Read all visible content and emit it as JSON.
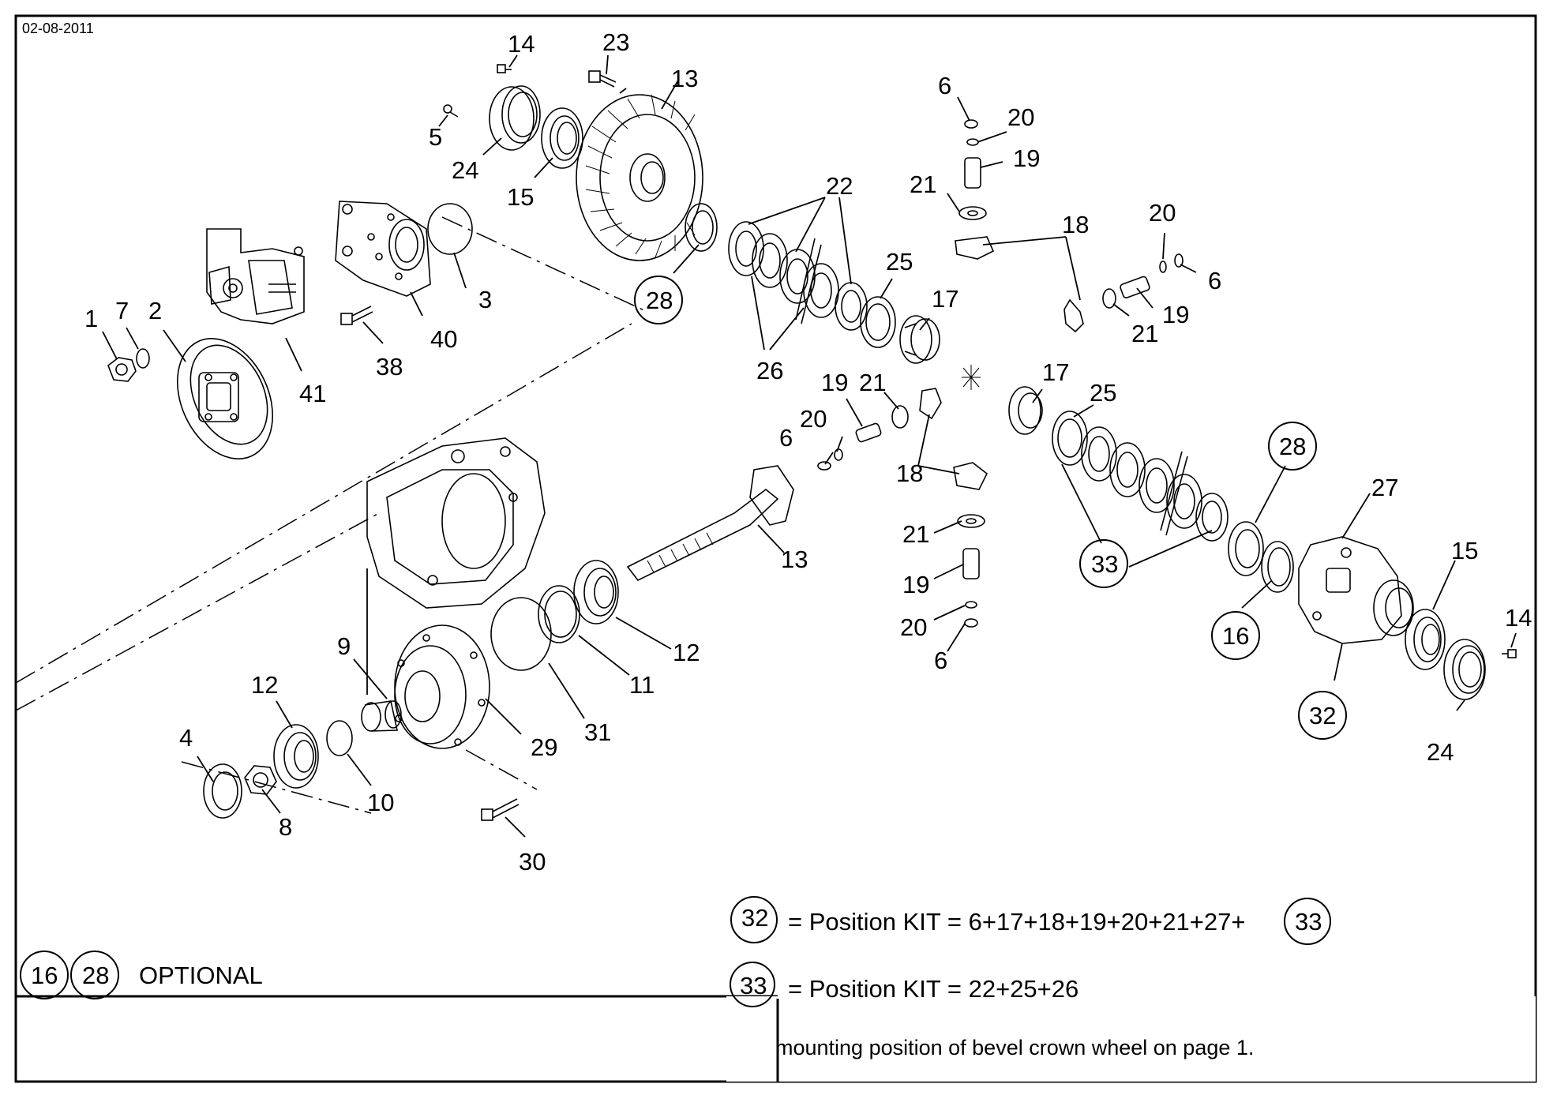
{
  "date": "02-08-2011",
  "callouts": {
    "c1": "1",
    "c2": "2",
    "c3": "3",
    "c4": "4",
    "c5": "5",
    "c6a": "6",
    "c6b": "6",
    "c6c": "6",
    "c6d": "6",
    "c7": "7",
    "c8": "8",
    "c9": "9",
    "c10": "10",
    "c11": "11",
    "c12a": "12",
    "c12b": "12",
    "c13a": "13",
    "c13b": "13",
    "c14a": "14",
    "c14b": "14",
    "c15a": "15",
    "c15b": "15",
    "c16": "16",
    "c17a": "17",
    "c17b": "17",
    "c18a": "18",
    "c18b": "18",
    "c19a": "19",
    "c19b": "19",
    "c19c": "19",
    "c19d": "19",
    "c20a": "20",
    "c20b": "20",
    "c20c": "20",
    "c20d": "20",
    "c21a": "21",
    "c21b": "21",
    "c21c": "21",
    "c21d": "21",
    "c22": "22",
    "c23": "23",
    "c24a": "24",
    "c24b": "24",
    "c25a": "25",
    "c25b": "25",
    "c26": "26",
    "c27": "27",
    "c28a": "28",
    "c28b": "28",
    "c29": "29",
    "c30": "30",
    "c31": "31",
    "c32": "32",
    "c33": "33",
    "c38": "38",
    "c40": "40",
    "c41": "41"
  },
  "legend": {
    "kit32_circle": "32",
    "kit32_text": "= Position KIT = 6+17+18+19+20+21+27+",
    "kit32_tail": "33",
    "kit33_circle": "33",
    "kit33_text": "= Position KIT = 22+25+26",
    "optional_a": "16",
    "optional_b": "28",
    "optional_text": "OPTIONAL"
  },
  "footer": {
    "note": "mounting position of bevel crown wheel on  page  1."
  }
}
